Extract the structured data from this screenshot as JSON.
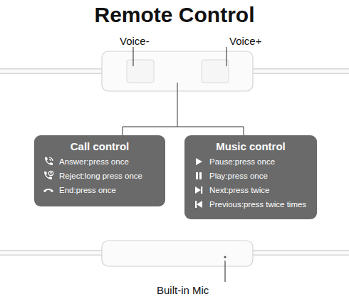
{
  "diagram": {
    "title": "Remote Control",
    "nodes": [
      {
        "text": [
          "Call control",
          "Answer:press once",
          "Reject:long press once",
          "End:press once"
        ]
      },
      {
        "text": [
          "Music control",
          "Pause:press once",
          "Play:press once",
          "Next:press twice",
          "Previous:press twice times"
        ]
      }
    ],
    "labels": [
      "Voice-",
      "Voice+",
      "Built-in Mic"
    ]
  }
}
